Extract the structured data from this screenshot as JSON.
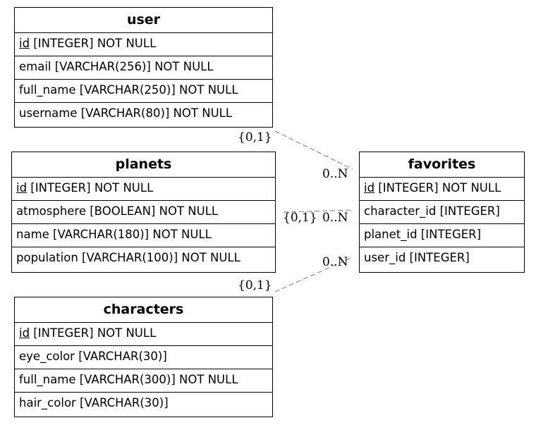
{
  "entities": {
    "user": {
      "name": "user",
      "pk": "id",
      "pk_rest": " [INTEGER] NOT NULL",
      "rows": [
        "email [VARCHAR(256)] NOT NULL",
        "full_name [VARCHAR(250)] NOT NULL",
        "username [VARCHAR(80)] NOT NULL"
      ]
    },
    "planets": {
      "name": "planets",
      "pk": "id",
      "pk_rest": " [INTEGER] NOT NULL",
      "rows": [
        "atmosphere [BOOLEAN] NOT NULL",
        "name [VARCHAR(180)] NOT NULL",
        "population [VARCHAR(100)] NOT NULL"
      ]
    },
    "characters": {
      "name": "characters",
      "pk": "id",
      "pk_rest": " [INTEGER] NOT NULL",
      "rows": [
        "eye_color [VARCHAR(30)]",
        "full_name [VARCHAR(300)] NOT NULL",
        "hair_color [VARCHAR(30)]"
      ]
    },
    "favorites": {
      "name": "favorites",
      "pk": "id",
      "pk_rest": " [INTEGER] NOT NULL",
      "rows": [
        "character_id [INTEGER]",
        "planet_id [INTEGER]",
        "user_id [INTEGER]"
      ]
    }
  },
  "relationships": {
    "user_favorites": {
      "from": "{0,1}",
      "to": "0..N"
    },
    "planets_favorites": {
      "from": "{0,1}",
      "to": "0..N"
    },
    "characters_favorites": {
      "from": "{0,1}",
      "to": "0..N"
    }
  },
  "colors": {
    "edge": "#777777",
    "border": "#000000"
  }
}
